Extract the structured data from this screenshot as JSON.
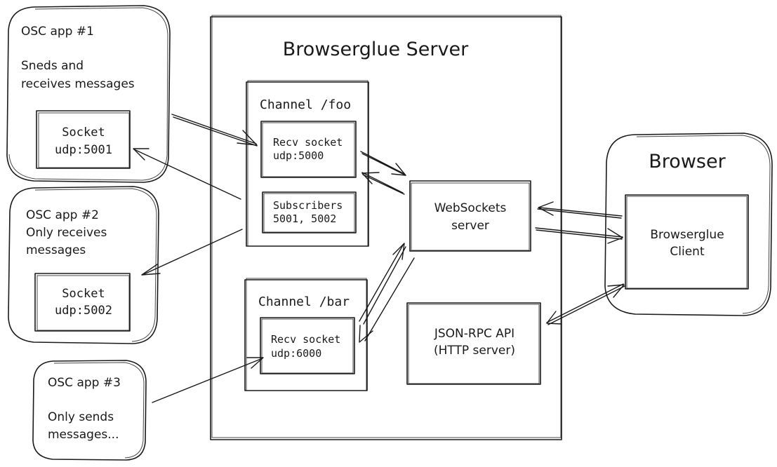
{
  "osc_app_1": {
    "title": "OSC app #1",
    "desc_line1": "Sneds and",
    "desc_line2": "receives messages",
    "socket_line1": "Socket",
    "socket_line2": "udp:5001"
  },
  "osc_app_2": {
    "title": "OSC app #2",
    "desc_line1": "Only receives",
    "desc_line2": "messages",
    "socket_line1": "Socket",
    "socket_line2": "udp:5002"
  },
  "osc_app_3": {
    "title": "OSC app #3",
    "desc_line1": "Only sends",
    "desc_line2": "messages..."
  },
  "server": {
    "title": "Browserglue Server",
    "channel_foo": {
      "title": "Channel /foo",
      "recv_line1": "Recv socket",
      "recv_line2": "udp:5000",
      "subs_line1": "Subscribers",
      "subs_line2": "5001, 5002"
    },
    "channel_bar": {
      "title": "Channel /bar",
      "recv_line1": "Recv socket",
      "recv_line2": "udp:6000"
    },
    "websockets": {
      "line1": "WebSockets",
      "line2": "server"
    },
    "jsonrpc": {
      "line1": "JSON-RPC API",
      "line2": "(HTTP server)"
    }
  },
  "browser": {
    "title": "Browser",
    "client_line1": "Browserglue",
    "client_line2": "Client"
  }
}
